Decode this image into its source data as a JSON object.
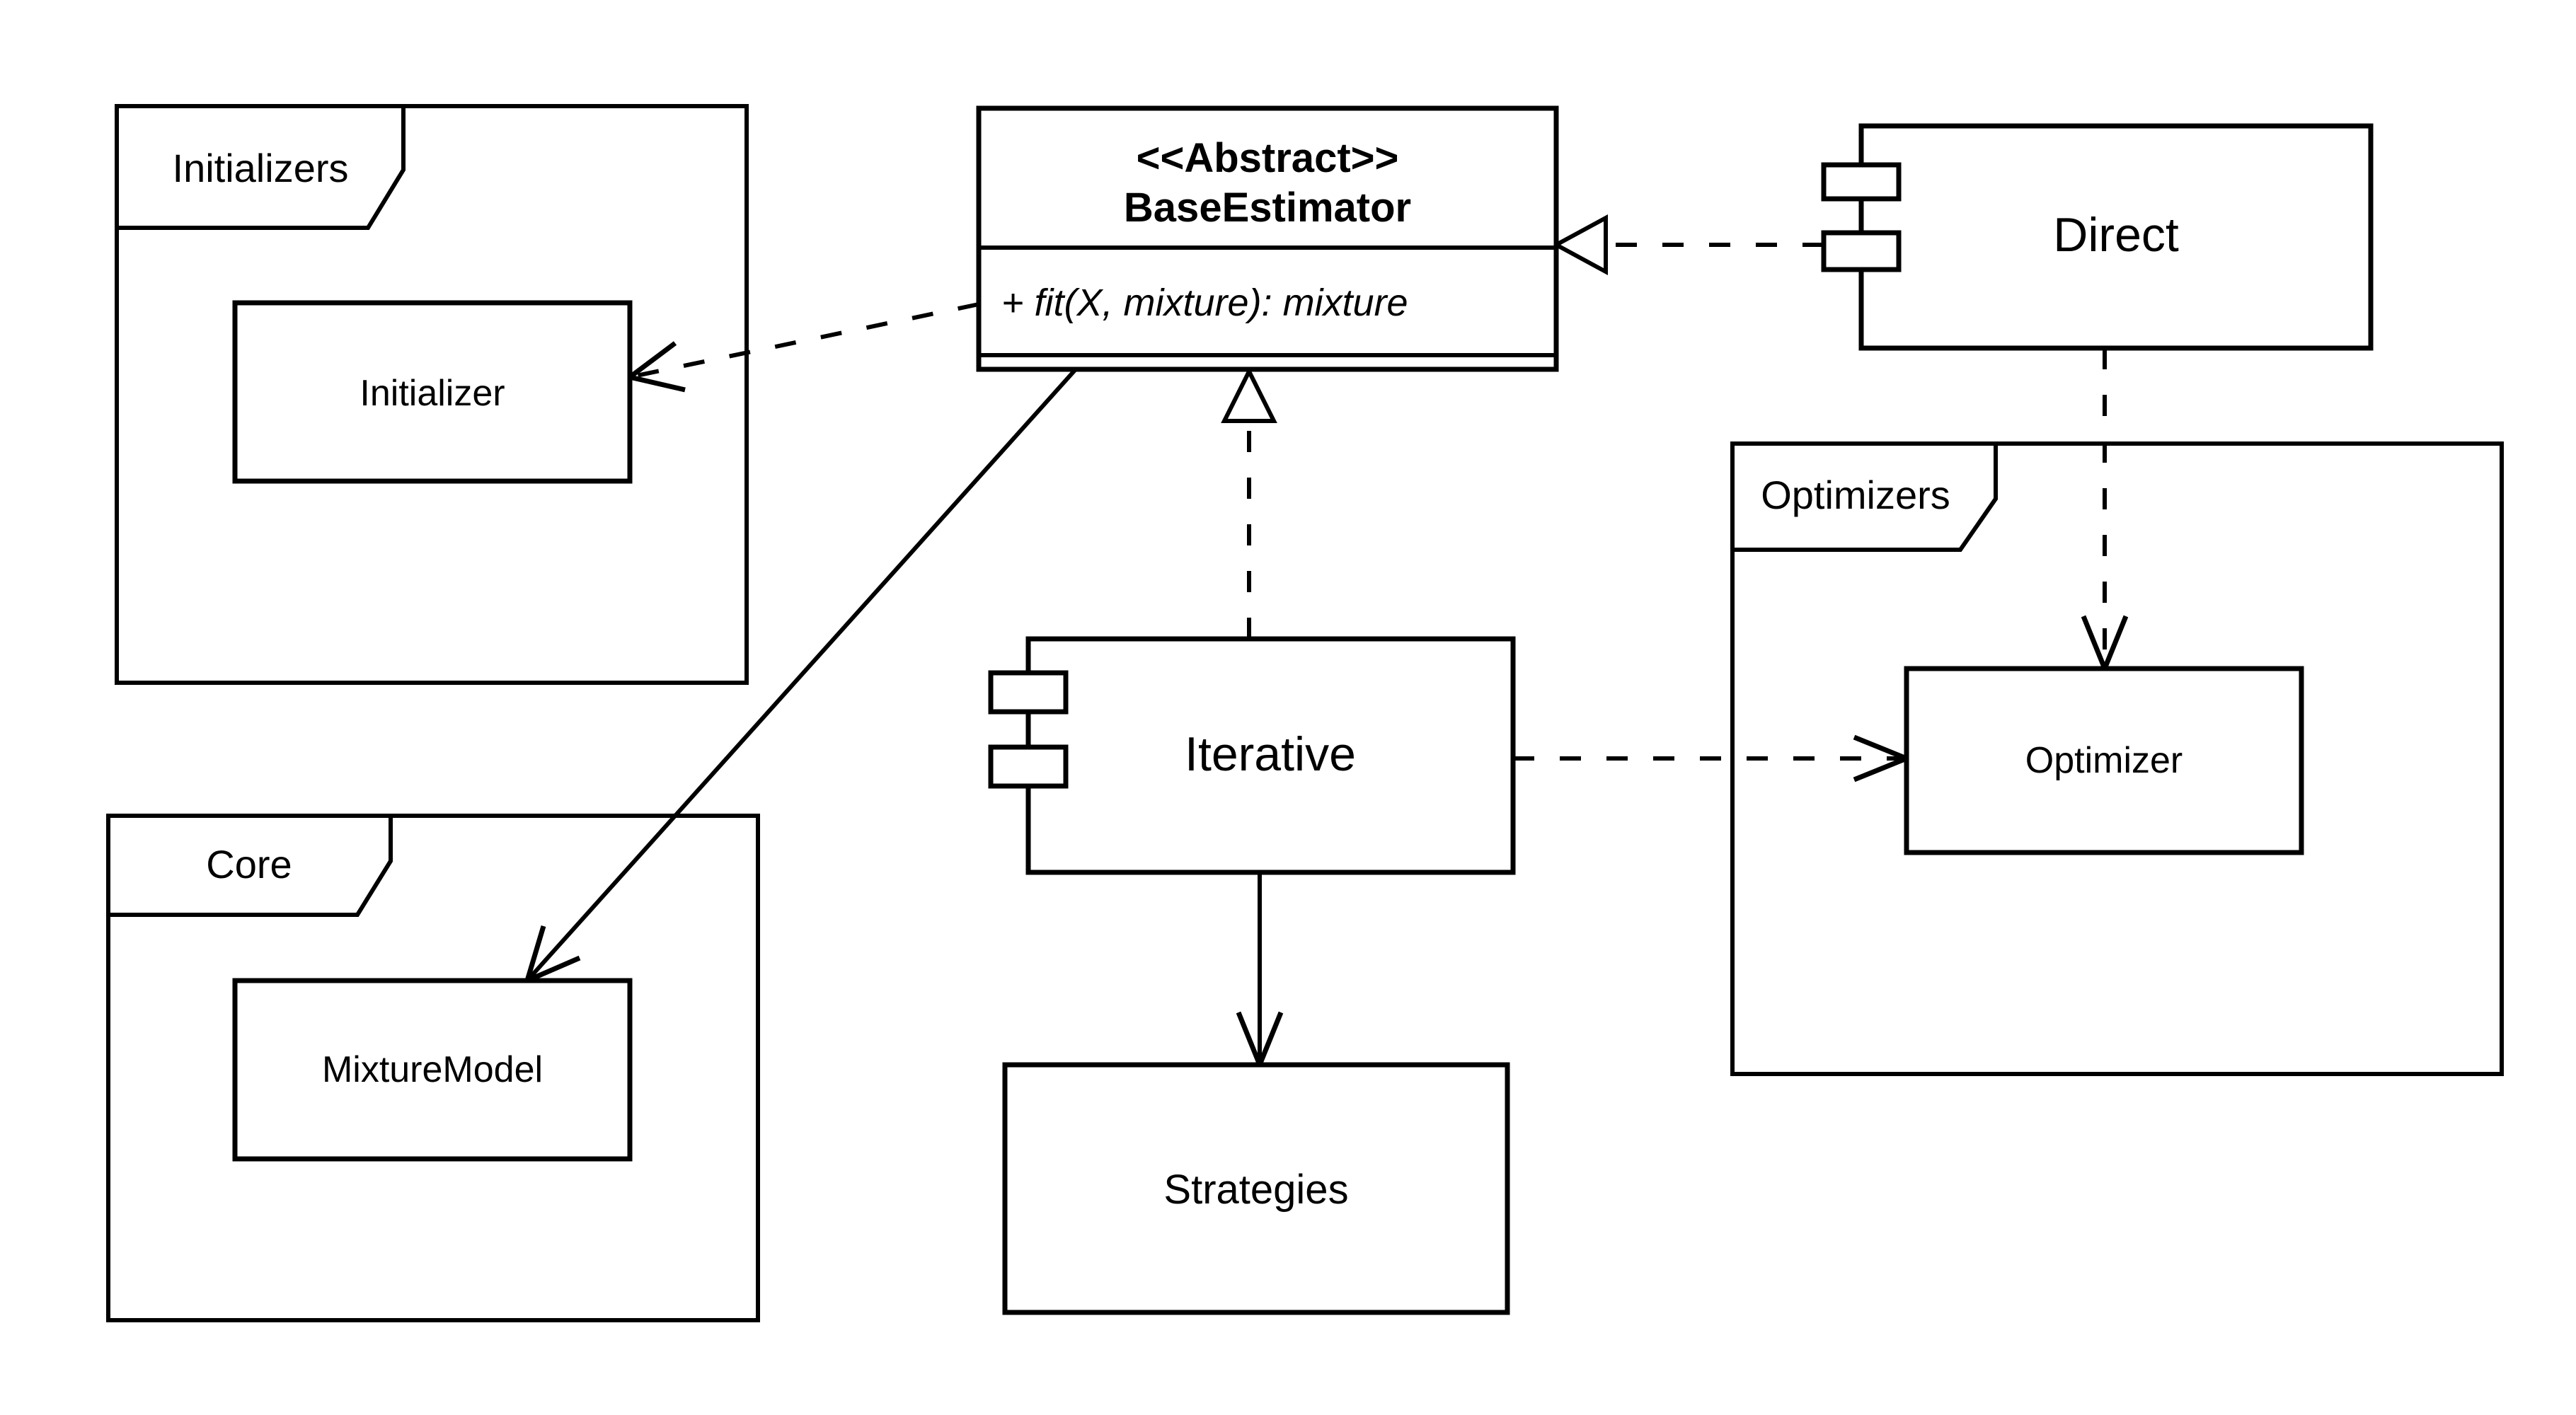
{
  "colors": {
    "background": "#ffffff",
    "stroke": "#000000",
    "text": "#000000"
  },
  "packages": {
    "initializers": {
      "label": "Initializers"
    },
    "core": {
      "label": "Core"
    },
    "optimizers": {
      "label": "Optimizers"
    }
  },
  "classes": {
    "initializer": {
      "name": "Initializer"
    },
    "mixture_model": {
      "name": "MixtureModel"
    },
    "optimizer": {
      "name": "Optimizer"
    },
    "strategies": {
      "name": "Strategies"
    },
    "base_estimator": {
      "stereotype": "<<Abstract>>",
      "name": "BaseEstimator",
      "methods": [
        "+ fit(X, mixture): mixture"
      ]
    }
  },
  "components": {
    "direct": {
      "name": "Direct"
    },
    "iterative": {
      "name": "Iterative"
    }
  },
  "relationships": [
    {
      "from": "BaseEstimator",
      "to": "Initializer",
      "type": "dependency",
      "line": "dashed",
      "head": "open-arrow"
    },
    {
      "from": "Direct",
      "to": "BaseEstimator",
      "type": "realization",
      "line": "dashed",
      "head": "hollow-triangle"
    },
    {
      "from": "Iterative",
      "to": "BaseEstimator",
      "type": "realization",
      "line": "dashed",
      "head": "hollow-triangle"
    },
    {
      "from": "BaseEstimator",
      "to": "MixtureModel",
      "type": "dependency",
      "line": "solid",
      "head": "open-arrow"
    },
    {
      "from": "Direct",
      "to": "Optimizer",
      "type": "dependency",
      "line": "dashed",
      "head": "open-arrow"
    },
    {
      "from": "Iterative",
      "to": "Optimizer",
      "type": "dependency",
      "line": "dashed",
      "head": "open-arrow"
    },
    {
      "from": "Iterative",
      "to": "Strategies",
      "type": "dependency",
      "line": "solid",
      "head": "open-arrow"
    }
  ]
}
